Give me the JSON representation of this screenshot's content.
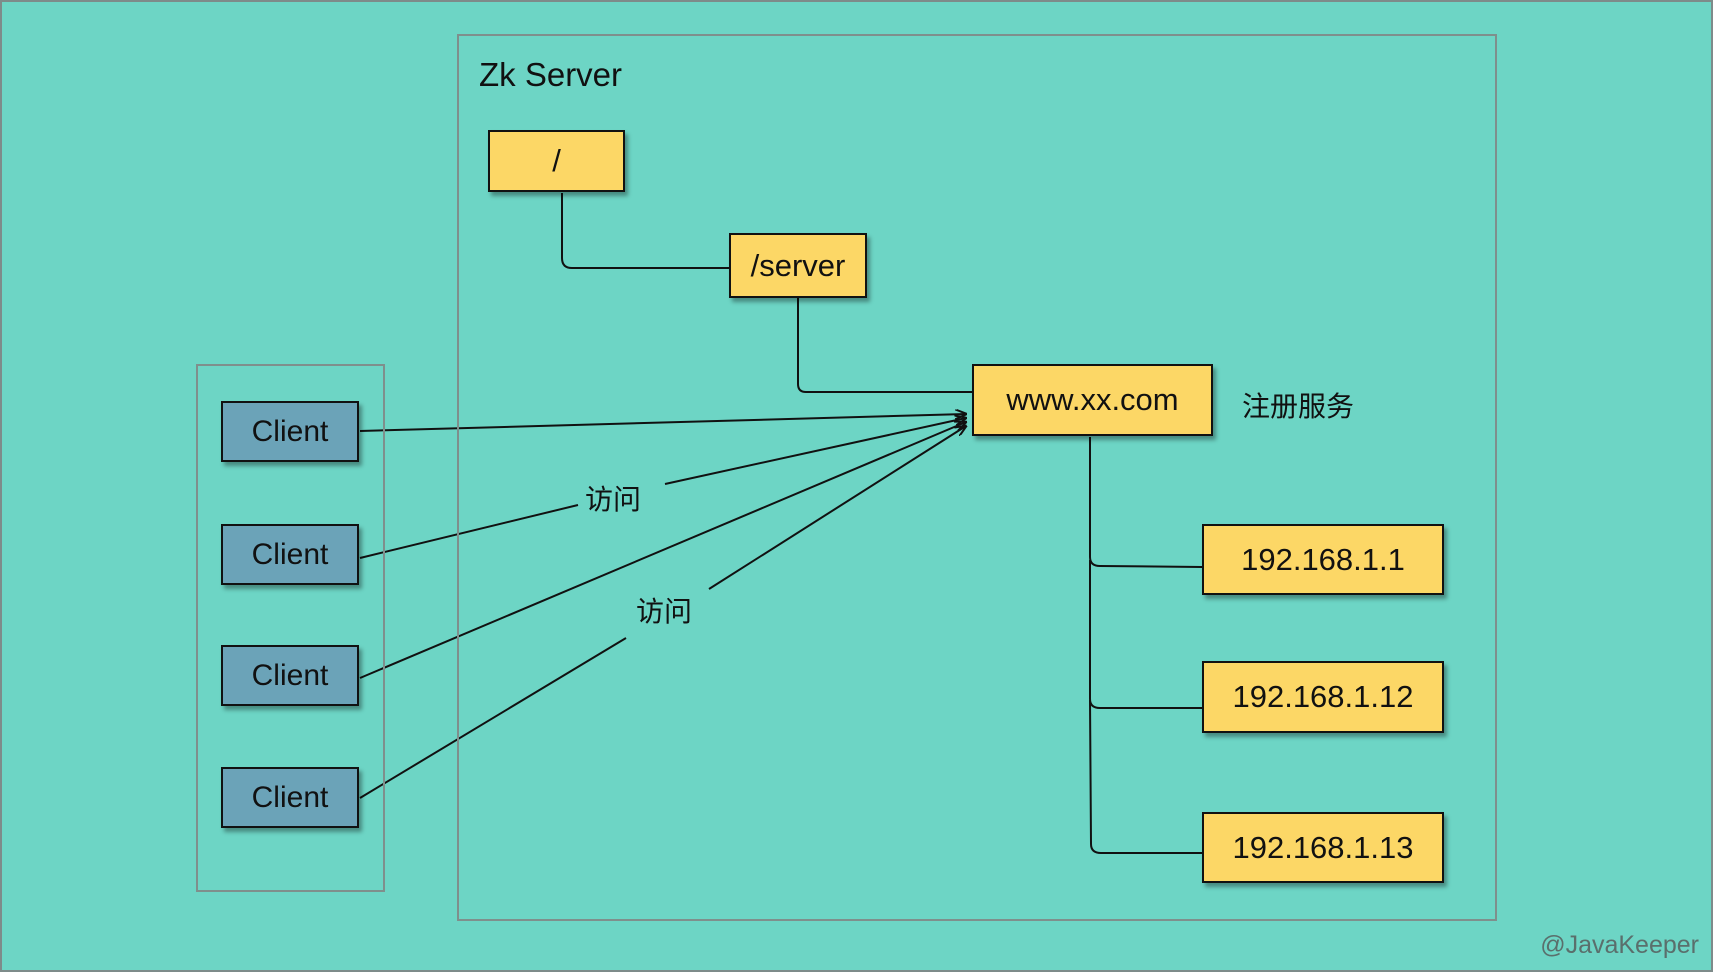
{
  "diagram": {
    "title": "Zk Server",
    "colors": {
      "background": "#6dd5c5",
      "znode": "#fcd766",
      "client": "#6ba3b8",
      "group_border": "#7f8f8c"
    },
    "znodes": {
      "root": "/",
      "server": "/server",
      "service": "www.xx.com",
      "service_note": "注册服务",
      "instances": [
        "192.168.1.1",
        "192.168.1.12",
        "192.168.1.13"
      ]
    },
    "clients": [
      "Client",
      "Client",
      "Client",
      "Client"
    ],
    "edge_labels": [
      "访问",
      "访问"
    ],
    "edges": [
      {
        "from": "/",
        "to": "/server",
        "style": "elbow"
      },
      {
        "from": "/server",
        "to": "www.xx.com",
        "style": "elbow"
      },
      {
        "from": "www.xx.com",
        "to": "192.168.1.1",
        "style": "elbow"
      },
      {
        "from": "www.xx.com",
        "to": "192.168.1.12",
        "style": "elbow"
      },
      {
        "from": "www.xx.com",
        "to": "192.168.1.13",
        "style": "elbow"
      },
      {
        "from": "Client 1",
        "to": "www.xx.com",
        "style": "arrow"
      },
      {
        "from": "Client 2",
        "to": "www.xx.com",
        "style": "arrow",
        "label": "访问"
      },
      {
        "from": "Client 3",
        "to": "www.xx.com",
        "style": "arrow"
      },
      {
        "from": "Client 4",
        "to": "www.xx.com",
        "style": "arrow",
        "label": "访问"
      }
    ]
  },
  "watermark": "@JavaKeeper"
}
